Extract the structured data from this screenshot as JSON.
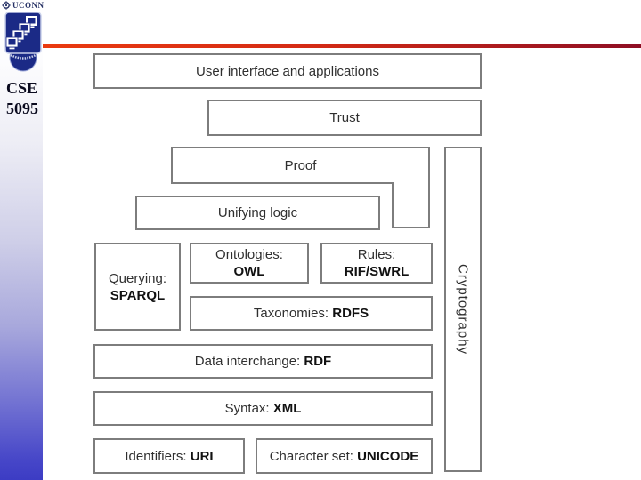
{
  "sidebar": {
    "wordmark": "UCONN",
    "course": {
      "line1": "CSE",
      "line2": "5095"
    }
  },
  "colors": {
    "accent_bar_left": "#ea3a10",
    "accent_bar_right": "#8e0e24",
    "sidebar_bottom_blue": "#3c3cc4",
    "box_border_gray": "#7d7d7d",
    "box_text": "#2f2f2f",
    "logo_navy": "#1b2a86"
  },
  "diagram": {
    "boxes": {
      "ui": {
        "label": "User interface and applications"
      },
      "trust": {
        "label": "Trust"
      },
      "proof": {
        "label": "Proof"
      },
      "unifying": {
        "label": "Unifying logic"
      },
      "querying": {
        "prefix": "Querying:",
        "strong": "SPARQL"
      },
      "ontologies": {
        "prefix": "Ontologies:",
        "strong": "OWL"
      },
      "rules": {
        "prefix": "Rules:",
        "strong": "RIF/SWRL"
      },
      "taxonomies": {
        "prefix": "Taxonomies: ",
        "strong": "RDFS"
      },
      "data_interchange": {
        "prefix": "Data interchange: ",
        "strong": "RDF"
      },
      "syntax": {
        "prefix": "Syntax: ",
        "strong": "XML"
      },
      "identifiers": {
        "prefix": "Identifiers: ",
        "strong": "URI"
      },
      "charset": {
        "prefix": "Character set: ",
        "strong": "UNICODE"
      },
      "cryptography": {
        "label": "Cryptography"
      }
    }
  }
}
